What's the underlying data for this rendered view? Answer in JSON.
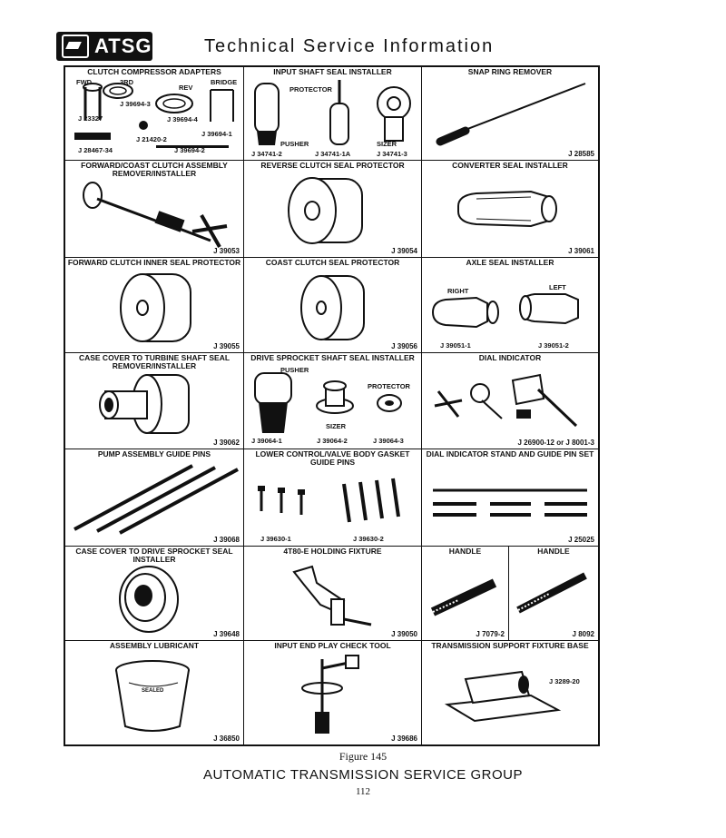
{
  "header": {
    "logo_text": "ATSG",
    "title": "Technical Service Information"
  },
  "cells": {
    "clutch_compressor": {
      "title": "CLUTCH COMPRESSOR ADAPTERS",
      "labels": [
        "FWD",
        "3RD",
        "REV",
        "BRIDGE",
        "J 39694-3",
        "J 23327",
        "J 39694-4",
        "J 39694-1",
        "J 21420-2",
        "J 28467-34",
        "J 39694-2"
      ]
    },
    "input_shaft": {
      "title": "INPUT SHAFT SEAL INSTALLER",
      "labels": [
        "PROTECTOR",
        "PUSHER",
        "SIZER",
        "J 34741-2",
        "J 34741-1A",
        "J 34741-3"
      ]
    },
    "snap_ring": {
      "title": "SNAP RING REMOVER",
      "part": "J 28585"
    },
    "forward_coast": {
      "title": "FORWARD/COAST CLUTCH ASSEMBLY REMOVER/INSTALLER",
      "part": "J 39053"
    },
    "reverse_clutch": {
      "title": "REVERSE CLUTCH SEAL PROTECTOR",
      "part": "J 39054"
    },
    "converter_seal": {
      "title": "CONVERTER SEAL INSTALLER",
      "part": "J 39061"
    },
    "forward_inner": {
      "title": "FORWARD CLUTCH INNER SEAL PROTECTOR",
      "part": "J 39055"
    },
    "coast_clutch": {
      "title": "COAST CLUTCH SEAL PROTECTOR",
      "part": "J 39056"
    },
    "axle_seal": {
      "title": "AXLE SEAL INSTALLER",
      "labels": [
        "RIGHT",
        "LEFT",
        "J 39051-1",
        "J 39051-2"
      ]
    },
    "case_cover_turbine": {
      "title": "CASE COVER TO TURBINE SHAFT SEAL REMOVER/INSTALLER",
      "part": "J 39062"
    },
    "drive_sprocket": {
      "title": "DRIVE SPROCKET SHAFT SEAL INSTALLER",
      "labels": [
        "PUSHER",
        "PROTECTOR",
        "SIZER",
        "J 39064-1",
        "J 39064-2",
        "J 39064-3"
      ]
    },
    "dial_indicator": {
      "title": "DIAL INDICATOR",
      "part": "J 26900-12 or J 8001-3"
    },
    "pump_guide": {
      "title": "PUMP ASSEMBLY GUIDE PINS",
      "part": "J 39068"
    },
    "lower_control": {
      "title": "LOWER CONTROL/VALVE BODY GASKET GUIDE PINS",
      "labels": [
        "J 39630-1",
        "J 39630-2"
      ]
    },
    "dial_stand": {
      "title": "DIAL INDICATOR STAND AND GUIDE PIN SET",
      "part": "J 25025"
    },
    "case_cover_drive": {
      "title": "CASE COVER TO DRIVE SPROCKET SEAL INSTALLER",
      "part": "J 39648"
    },
    "holding_fixture": {
      "title": "4T80-E HOLDING FIXTURE",
      "part": "J 39050"
    },
    "handle1": {
      "title": "HANDLE",
      "part": "J 7079-2"
    },
    "handle2": {
      "title": "HANDLE",
      "part": "J 8092"
    },
    "lubricant": {
      "title": "ASSEMBLY LUBRICANT",
      "part": "J 36850",
      "can_text": "SEALED"
    },
    "end_play": {
      "title": "INPUT END PLAY CHECK TOOL",
      "part": "J 39686"
    },
    "support_base": {
      "title": "TRANSMISSION SUPPORT FIXTURE BASE",
      "part": "J 3289-20"
    }
  },
  "figure": "Figure 145",
  "footer": "AUTOMATIC TRANSMISSION SERVICE GROUP",
  "page_number": "112"
}
